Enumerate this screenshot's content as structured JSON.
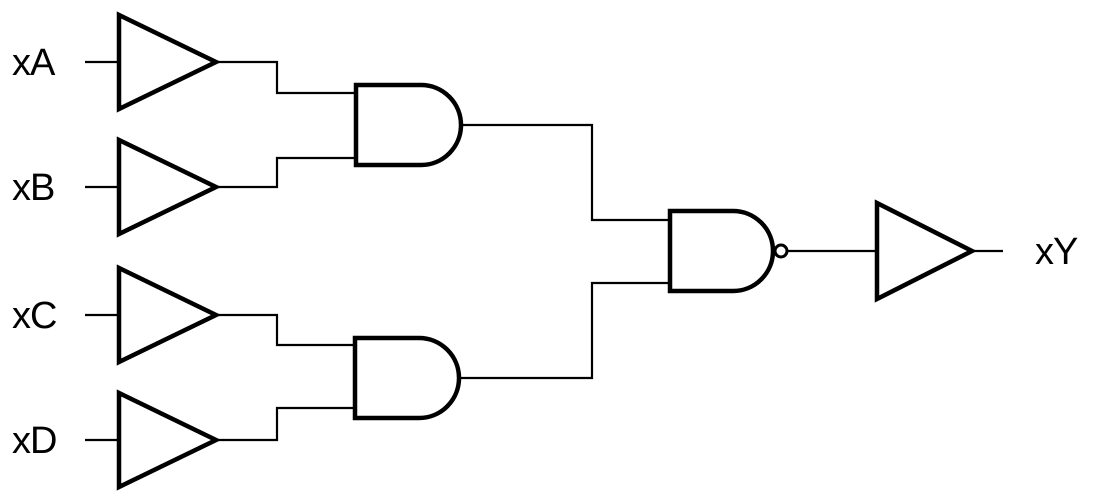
{
  "diagram": {
    "type": "logic-circuit",
    "description": "Four buffered inputs feed two 2-input AND gates; the AND outputs feed a 2-input NAND gate whose output passes through a buffer to the output.",
    "logic_expression": "xY = NOT((xA AND xB) AND (xC AND xD))",
    "colors": {
      "background": "#ffffff",
      "stroke": "#000000"
    },
    "inputs": [
      {
        "id": "A",
        "label": "xA"
      },
      {
        "id": "B",
        "label": "xB"
      },
      {
        "id": "C",
        "label": "xC"
      },
      {
        "id": "D",
        "label": "xD"
      }
    ],
    "output": {
      "id": "Y",
      "label": "xY"
    },
    "gates": [
      {
        "id": "buffer-a",
        "type": "buffer",
        "inputs": [
          "xA"
        ]
      },
      {
        "id": "buffer-b",
        "type": "buffer",
        "inputs": [
          "xB"
        ]
      },
      {
        "id": "buffer-c",
        "type": "buffer",
        "inputs": [
          "xC"
        ]
      },
      {
        "id": "buffer-d",
        "type": "buffer",
        "inputs": [
          "xD"
        ]
      },
      {
        "id": "and-top",
        "type": "AND",
        "inputs": [
          "buffer-a",
          "buffer-b"
        ]
      },
      {
        "id": "and-bottom",
        "type": "AND",
        "inputs": [
          "buffer-c",
          "buffer-d"
        ]
      },
      {
        "id": "nand",
        "type": "NAND",
        "inputs": [
          "and-top",
          "and-bottom"
        ]
      },
      {
        "id": "buffer-out",
        "type": "buffer",
        "inputs": [
          "nand"
        ],
        "drives": "xY"
      }
    ]
  }
}
